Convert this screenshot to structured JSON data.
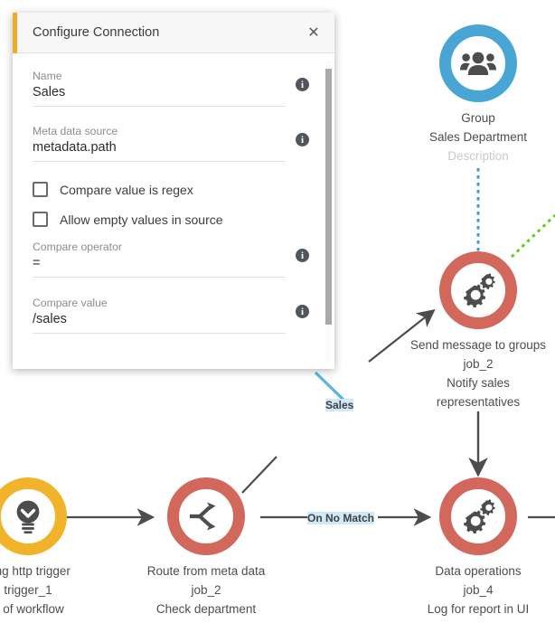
{
  "dialog": {
    "title": "Configure Connection",
    "close_label": "✕",
    "info_label": "i",
    "fields": [
      {
        "label": "Name",
        "value": "Sales"
      },
      {
        "label": "Meta data source",
        "value": "metadata.path"
      },
      {
        "label": "Compare operator",
        "value": "="
      },
      {
        "label": "Compare value",
        "value": "/sales"
      }
    ],
    "checkboxes": [
      {
        "label": "Compare value is regex",
        "checked": false
      },
      {
        "label": "Allow empty values in source",
        "checked": false
      }
    ],
    "accent_color": "#eeab24"
  },
  "graph": {
    "nodes": [
      {
        "id": "group",
        "type": "Group",
        "title": "Group",
        "name": "Sales Department",
        "description": "Description",
        "description_muted": true,
        "ring_color": "#49a5d4",
        "icon": "people-icon"
      },
      {
        "id": "send_message",
        "type": "job",
        "title": "Send message to groups",
        "name": "job_2",
        "description": "Notify sales representatives",
        "description_muted": false,
        "ring_color": "#d2675c",
        "icon": "gears-icon"
      },
      {
        "id": "trigger",
        "type": "trigger",
        "title": "ning http trigger",
        "name": "trigger_1",
        "description": "rt of workflow",
        "description_muted": false,
        "ring_color": "#f0b32a",
        "icon": "lightbulb-icon"
      },
      {
        "id": "route",
        "type": "job",
        "title": "Route from meta data",
        "name": "job_2",
        "description": "Check department",
        "description_muted": false,
        "ring_color": "#d2675c",
        "icon": "branch-icon"
      },
      {
        "id": "data_ops",
        "type": "job",
        "title": "Data operations",
        "name": "job_4",
        "description": "Log for report in UI",
        "description_muted": false,
        "ring_color": "#d2675c",
        "icon": "gears-icon"
      }
    ],
    "edge_labels": [
      {
        "id": "sales",
        "text": "Sales",
        "highlighted": true
      },
      {
        "id": "on_no_match",
        "text": "On No Match",
        "highlighted": true
      }
    ],
    "edge_colors": {
      "solid": "#4d4d4d",
      "selected": "#5bb3e4",
      "dotted_blue": "#3d9ad8",
      "dotted_green": "#5fd017"
    }
  }
}
